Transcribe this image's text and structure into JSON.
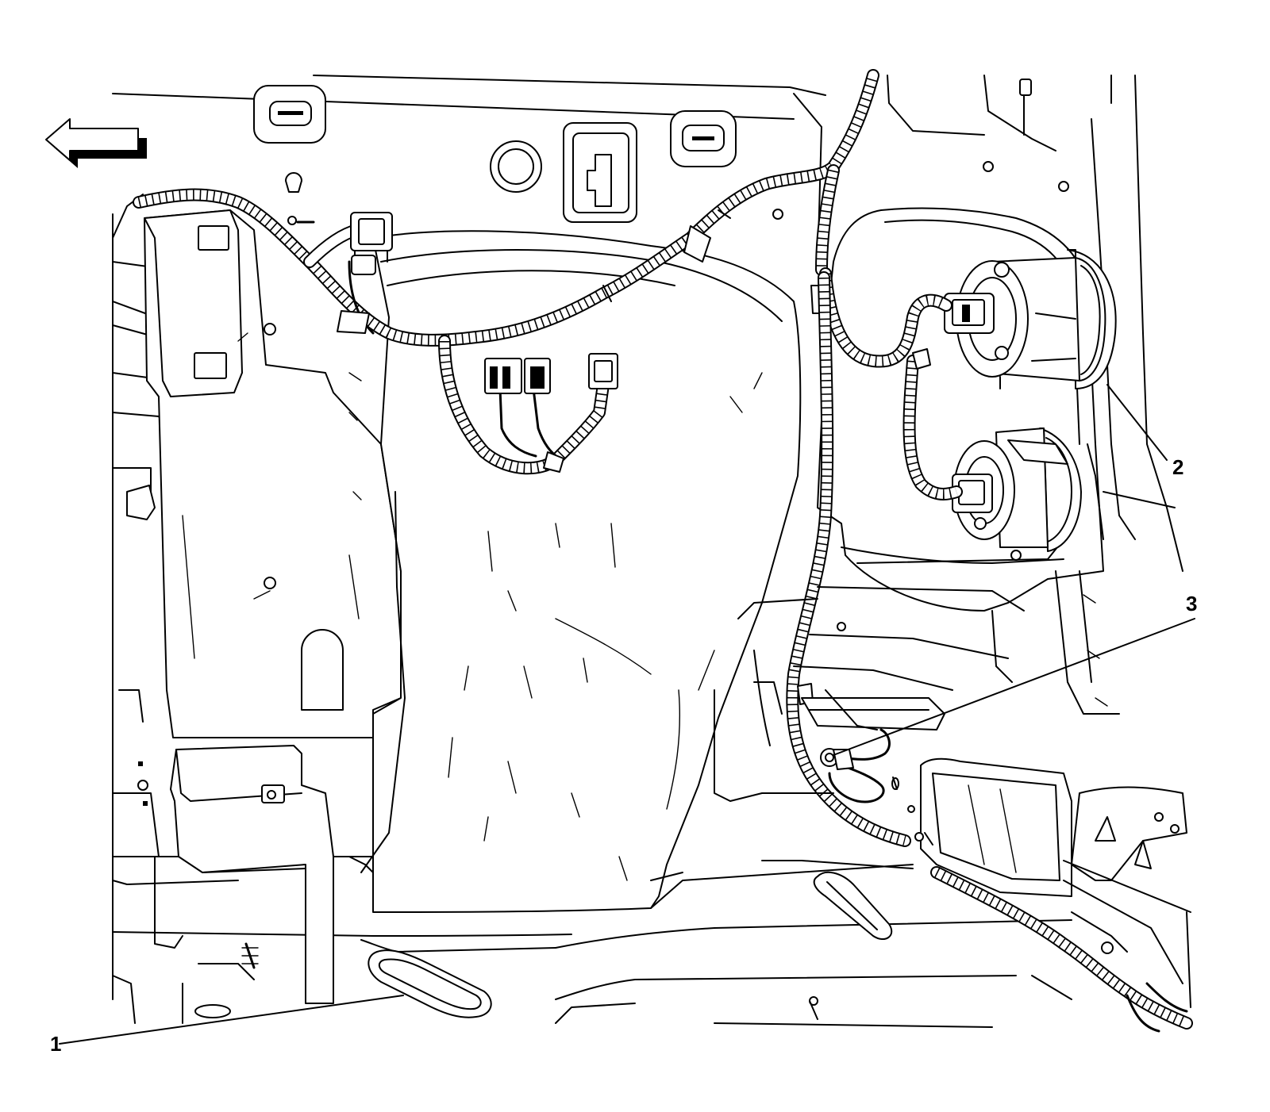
{
  "figure": {
    "callouts": [
      {
        "id": "1",
        "label": "1"
      },
      {
        "id": "2",
        "label": "2"
      },
      {
        "id": "3",
        "label": "3"
      }
    ],
    "direction_arrow_icon": "left-arrow-icon"
  }
}
